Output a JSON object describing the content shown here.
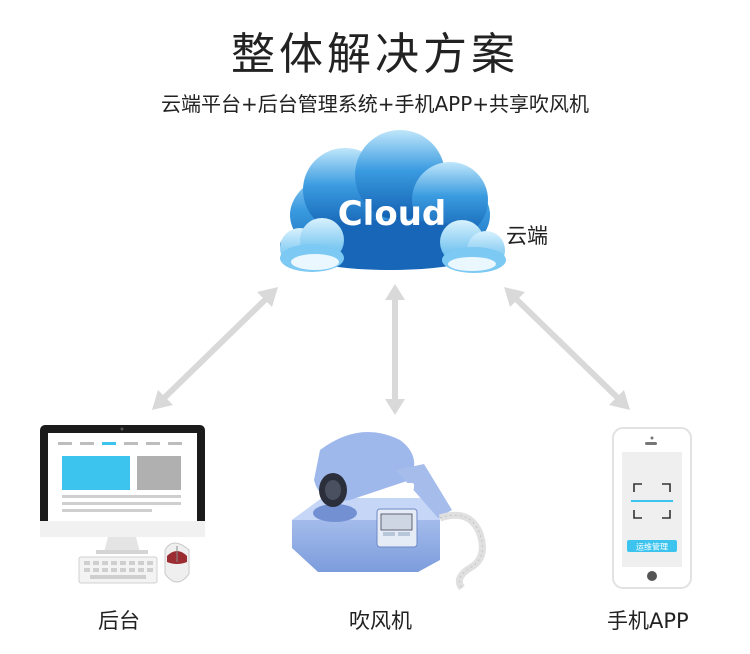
{
  "header": {
    "title": "整体解决方案",
    "subtitle": "云端平台+后台管理系统+手机APP+共享吹风机"
  },
  "cloud": {
    "text": "Cloud",
    "label": "云端"
  },
  "nodes": {
    "backend": "后台",
    "dryer": "吹风机",
    "app": "手机APP"
  },
  "phone": {
    "badge": "运维管理"
  },
  "colors": {
    "cloud_dark": "#1a73c6",
    "cloud_light": "#8fd3f8",
    "arrow": "#d9d9d9",
    "screen_accent": "#3cc4ef",
    "dryer_body": "#8eaee6"
  }
}
